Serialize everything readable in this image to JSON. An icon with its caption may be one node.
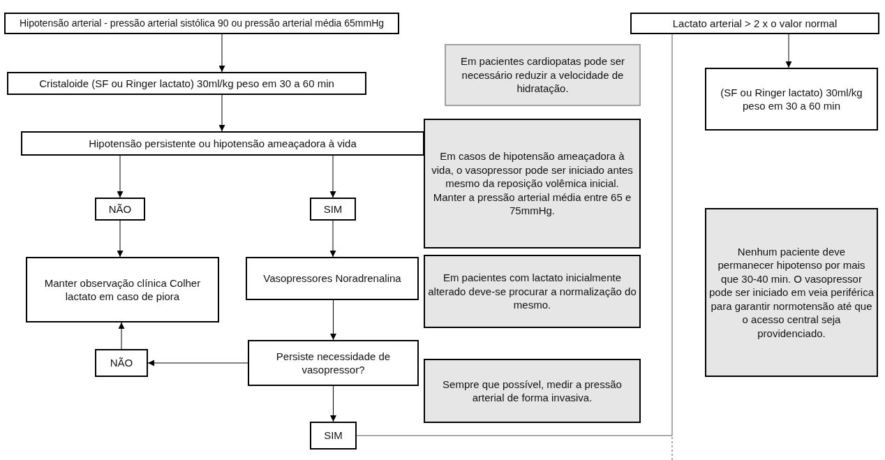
{
  "diagram": {
    "nodes": [
      {
        "text": [
          "Hipotensão arterial - pressão arterial sistólica 90 ou pressão arterial média 65mmHg"
        ]
      },
      {
        "text": [
          "Lactato arterial > 2 x o valor normal"
        ]
      },
      {
        "text": [
          "Cristaloide (SF ou Ringer lactato) 30ml/kg peso em 30 a 60 min"
        ]
      },
      {
        "text": [
          "Em pacientes cardiopatas pode ser necessário reduzir a velocidade de hidratação."
        ]
      },
      {
        "text": [
          "(SF ou Ringer lactato) 30ml/kg peso em 30 a 60 min"
        ]
      },
      {
        "text": [
          "Hipotensão persistente ou hipotensão ameaçadora à vida"
        ]
      },
      {
        "text": [
          "Em casos de hipotensão ameaçadora à vida, o vasopressor pode ser iniciado antes mesmo da reposição volêmica inicial. Manter a pressão arterial média entre 65 e 75mmHg."
        ]
      },
      {
        "text": [
          "NÃO"
        ]
      },
      {
        "text": [
          "SIM"
        ]
      },
      {
        "text": [
          "Manter observação clínica Colher lactato em caso de piora"
        ]
      },
      {
        "text": [
          "Vasopressores Noradrenalina"
        ]
      },
      {
        "text": [
          "Em pacientes com lactato inicialmente alterado deve-se procurar a normalização do mesmo."
        ]
      },
      {
        "text": [
          "Nenhum paciente deve permanecer hipotenso por mais que 30-40 min. O vasopressor pode ser iniciado em veia periférica para garantir normotensão até que o acesso central seja providenciado."
        ]
      },
      {
        "text": [
          "NÃO"
        ]
      },
      {
        "text": [
          "Persiste necessidade de vasopressor?"
        ]
      },
      {
        "text": [
          "Sempre que possível, medir a pressão arterial de forma invasiva."
        ]
      },
      {
        "text": [
          "SIM"
        ]
      }
    ],
    "edges": [
      {
        "from": 0,
        "to": 2,
        "arrow": "to"
      },
      {
        "from": 2,
        "to": 5,
        "arrow": "to"
      },
      {
        "from": 5,
        "to": 7,
        "arrow": "to"
      },
      {
        "from": 5,
        "to": 8,
        "arrow": "to"
      },
      {
        "from": 7,
        "to": 9,
        "arrow": "to"
      },
      {
        "from": 8,
        "to": 10,
        "arrow": "to"
      },
      {
        "from": 10,
        "to": 14,
        "arrow": "to"
      },
      {
        "from": 14,
        "to": 13,
        "arrow": "to"
      },
      {
        "from": 13,
        "to": 9,
        "arrow": "to"
      },
      {
        "from": 14,
        "to": 16,
        "arrow": "to"
      },
      {
        "from": 1,
        "to": 4,
        "arrow": "to"
      },
      {
        "from": 1,
        "to": 16,
        "arrow": "none"
      }
    ]
  }
}
